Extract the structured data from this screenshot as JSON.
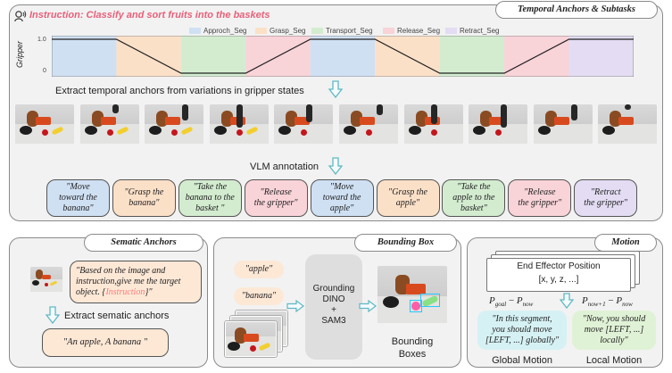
{
  "instruction": {
    "label": "Instruction: Classify and sort fruits into the baskets",
    "color": "#e8607a"
  },
  "temporal_panel": {
    "title": "Temporal Anchors & Subtasks",
    "y_axis_label": "Gripper",
    "y_ticks": [
      "1.0",
      "0"
    ],
    "legend": [
      {
        "label": "Approch_Seg",
        "color": "#cfe0f3"
      },
      {
        "label": "Grasp_Seg",
        "color": "#fbe0c8"
      },
      {
        "label": "Transport_Seg",
        "color": "#d3ecd0"
      },
      {
        "label": "Release_Seg",
        "color": "#f8d3d8"
      },
      {
        "label": "Retract_Seg",
        "color": "#e3dcf3"
      }
    ],
    "gripper_segments": [
      {
        "type": "approach",
        "state": "high"
      },
      {
        "type": "grasp",
        "state": "closing"
      },
      {
        "type": "transport",
        "state": "low"
      },
      {
        "type": "release",
        "state": "opening"
      },
      {
        "type": "approach",
        "state": "high"
      },
      {
        "type": "grasp",
        "state": "closing"
      },
      {
        "type": "transport",
        "state": "low"
      },
      {
        "type": "release",
        "state": "opening"
      },
      {
        "type": "retract",
        "state": "high"
      }
    ],
    "extract_caption": "Extract temporal anchors from variations in gripper states",
    "vlm_caption": "VLM annotation",
    "frame_count": 10,
    "annotations": [
      {
        "text": "\"Move\ntoward the\nbanana\"",
        "color": "#cfe0f3"
      },
      {
        "text": "\"Grasp the\nbanana\"",
        "color": "#fbe0c8"
      },
      {
        "text": "\"Take the\nbanana to the\nbasket \"",
        "color": "#d3ecd0"
      },
      {
        "text": "\"Release\nthe gripper\"",
        "color": "#f8d3d8"
      },
      {
        "text": "\"Move\ntoward the\napple\"",
        "color": "#cfe0f3"
      },
      {
        "text": "\"Grasp the\napple\"",
        "color": "#fbe0c8"
      },
      {
        "text": "\"Take the\napple to the\nbasket\"",
        "color": "#d3ecd0"
      },
      {
        "text": "\"Release\nthe gripper\"",
        "color": "#f8d3d8"
      },
      {
        "text": "\"Retract\nthe gripper\"",
        "color": "#e3dcf3"
      }
    ]
  },
  "semantic_panel": {
    "title": "Sematic Anchors",
    "prompt_text": "\"Based on the image and instruction,give me the target object. {",
    "prompt_highlight": "Instruction",
    "prompt_end": "}\"",
    "extract_caption": "Extract sematic anchors",
    "result_text": "\"An apple, A banana \""
  },
  "bbox_panel": {
    "title": "Bounding Box",
    "labels": [
      "\"apple\"",
      "\"banana\""
    ],
    "model_text": "Grounding\nDINO\n+\nSAM3",
    "output_label": "Bounding\nBoxes"
  },
  "motion_panel": {
    "title": "Motion",
    "ee_title": "End Effector Position",
    "ee_value": "[x, y, z, ...]",
    "global_formula": {
      "a": "P",
      "a_sub": "goal",
      "b": "P",
      "b_sub": "now"
    },
    "local_formula": {
      "a": "P",
      "a_sub": "now+1",
      "b": "P",
      "b_sub": "now"
    },
    "global_text": "\"In this segment,\nyou should move\n[LEFT, ...] globally\"",
    "local_text": "\"Now, you should\nmove [LEFT, ...]\nlocally\"",
    "global_label": "Global Motion",
    "local_label": "Local Motion"
  }
}
